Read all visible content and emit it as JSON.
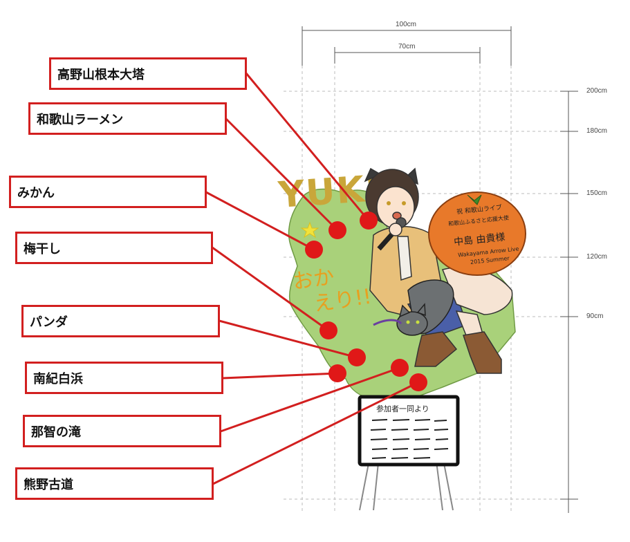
{
  "labels": [
    {
      "id": "koyasan",
      "text": "高野山根本大塔"
    },
    {
      "id": "ramen",
      "text": "和歌山ラーメン"
    },
    {
      "id": "mikan",
      "text": "みかん"
    },
    {
      "id": "umeboshi",
      "text": "梅干し"
    },
    {
      "id": "panda",
      "text": "パンダ"
    },
    {
      "id": "shirahama",
      "text": "南紀白浜"
    },
    {
      "id": "nachi",
      "text": "那智の滝"
    },
    {
      "id": "kumano",
      "text": "熊野古道"
    }
  ],
  "width_dimensions": {
    "outer": "100cm",
    "inner": "70cm"
  },
  "height_scale": [
    "200cm",
    "180cm",
    "150cm",
    "120cm",
    "90cm"
  ],
  "artwork": {
    "name_text": "YUKI",
    "message_text": "おかえり!!",
    "sign_header": "参加者一同より",
    "orange_lines": [
      "祝 和歌山ライブ",
      "和歌山ふるさと応援大使",
      "中島 由貴様",
      "Wakayama Arrow Live",
      "2015 Summer"
    ]
  },
  "colors": {
    "label_border": "#d21f1f",
    "dot": "#e01818",
    "leaf": "#a9d17a",
    "orange": "#e8792a",
    "name_gold": "#c9a63a",
    "message_orange": "#e8a020"
  }
}
